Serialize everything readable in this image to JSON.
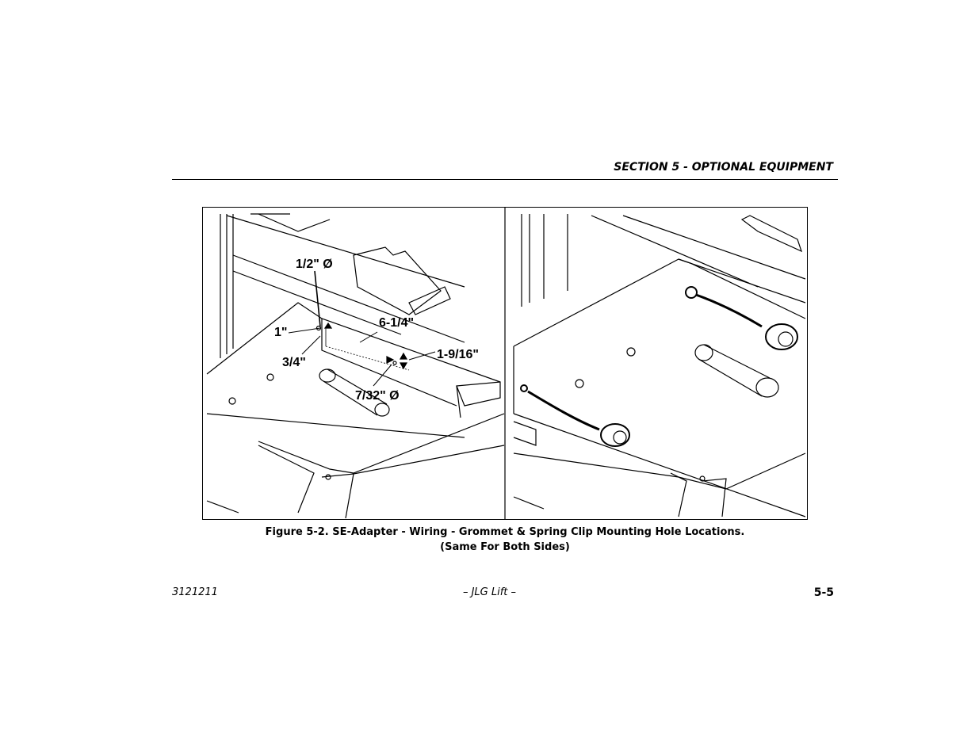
{
  "header": {
    "section_title": "SECTION 5 - OPTIONAL EQUIPMENT"
  },
  "figure": {
    "dimensions": {
      "hole_large": "1/2\" Ø",
      "offset_top": "1\"",
      "offset_side": "3/4\"",
      "spacing": "6-1/4\"",
      "vertical": "1-9/16\"",
      "hole_small": "7/32\" Ø"
    },
    "caption_line1": "Figure 5-2. SE-Adapter - Wiring - Grommet & Spring Clip Mounting Hole Locations.",
    "caption_line2": "(Same For Both Sides)"
  },
  "footer": {
    "doc_number": "3121211",
    "brand": "– JLG Lift –",
    "page_number": "5-5"
  }
}
